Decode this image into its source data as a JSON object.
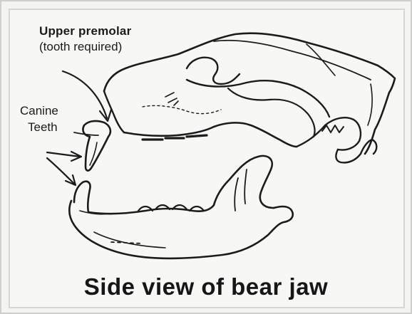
{
  "labels": {
    "premolar_title": "Upper premolar",
    "premolar_note": "(tooth required)",
    "canine_line1": "Canine",
    "canine_line2": "Teeth"
  },
  "caption": "Side view of bear jaw",
  "colors": {
    "ink": "#1b1b1b",
    "background": "#f7f7f5",
    "border": "#d6d6d2"
  }
}
